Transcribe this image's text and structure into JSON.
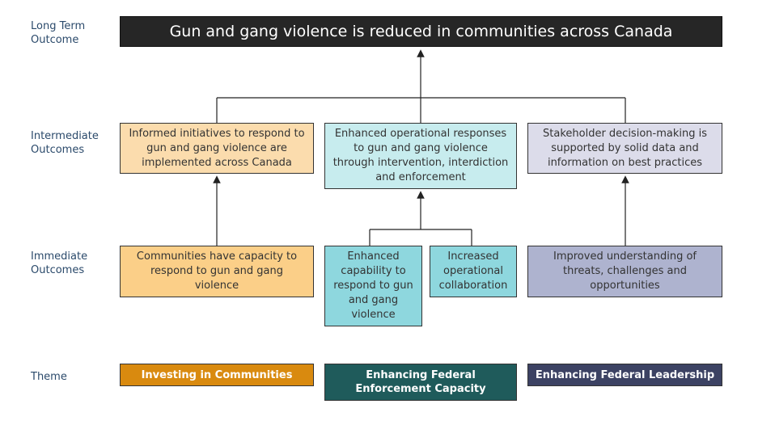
{
  "row_labels": {
    "long_term": "Long Term\nOutcome",
    "intermediate": "Intermediate\nOutcomes",
    "immediate": "Immediate\nOutcomes",
    "theme": "Theme"
  },
  "long_term_outcome": "Gun and gang violence is reduced in communities across Canada",
  "intermediate_outcomes": [
    "Informed initiatives to respond to gun and gang violence are implemented across Canada",
    "Enhanced operational responses to gun and gang violence through intervention, interdiction and enforcement",
    "Stakeholder decision-making is supported by solid data and information on best practices"
  ],
  "immediate_outcomes": [
    "Communities have capacity to respond to gun and gang violence",
    "Enhanced capability to respond to gun and gang violence",
    "Increased operational collaboration",
    "Improved understanding of threats, challenges and opportunities"
  ],
  "themes": [
    "Investing in Communities",
    "Enhancing Federal Enforcement Capacity",
    "Enhancing Federal Leadership"
  ],
  "colors": {
    "long_term_bg": "#262626",
    "communities_light": "#fbdcad",
    "communities_mid": "#fbcf88",
    "communities_theme": "#d98a0f",
    "enforcement_light": "#c7ecee",
    "enforcement_mid": "#8ed7de",
    "enforcement_theme": "#1f5b5b",
    "leadership_light": "#dcdcea",
    "leadership_mid": "#aeb3cf",
    "leadership_theme": "#3c4263"
  }
}
